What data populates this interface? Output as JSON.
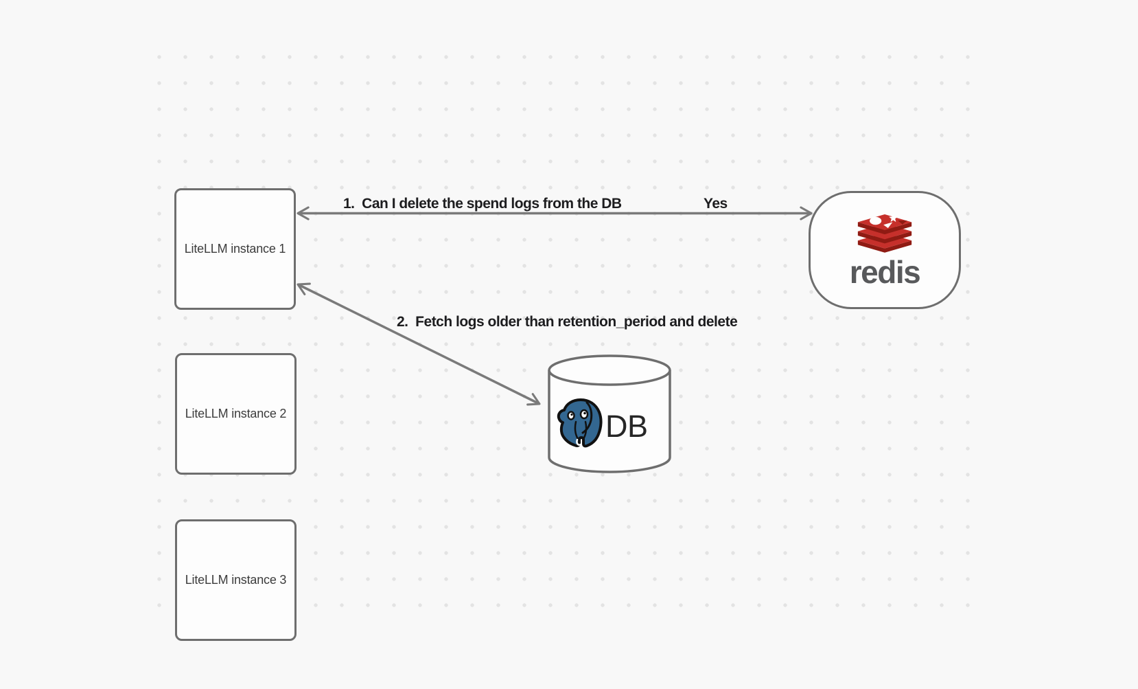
{
  "diagram": {
    "nodes": {
      "instance1": {
        "label": "LiteLLM instance 1"
      },
      "instance2": {
        "label": "LiteLLM instance 2"
      },
      "instance3": {
        "label": "LiteLLM instance 3"
      },
      "redis": {
        "wordmark": "redis"
      },
      "db": {
        "label": "DB"
      }
    },
    "edges": {
      "redis_query": {
        "label": "1.  Can I delete the spend logs from the DB",
        "reply": "Yes"
      },
      "db_fetch": {
        "label": "2.  Fetch logs older than retention_period and delete"
      }
    }
  },
  "colors": {
    "page_bg": "#f8f8f8",
    "dot": "#e3e3e3",
    "node_border": "#6e6e6e",
    "node_fill": "#fdfdfd",
    "arrow": "#7a7a7a",
    "label_text": "#1d1d1f",
    "node_text": "#3c3c3c",
    "redis_red": "#C6302B",
    "redis_dark_red": "#8F1B13",
    "redis_gray": "#58595B",
    "postgres_blue": "#336791",
    "pg_outline": "#111111",
    "db_text": "#262626"
  }
}
